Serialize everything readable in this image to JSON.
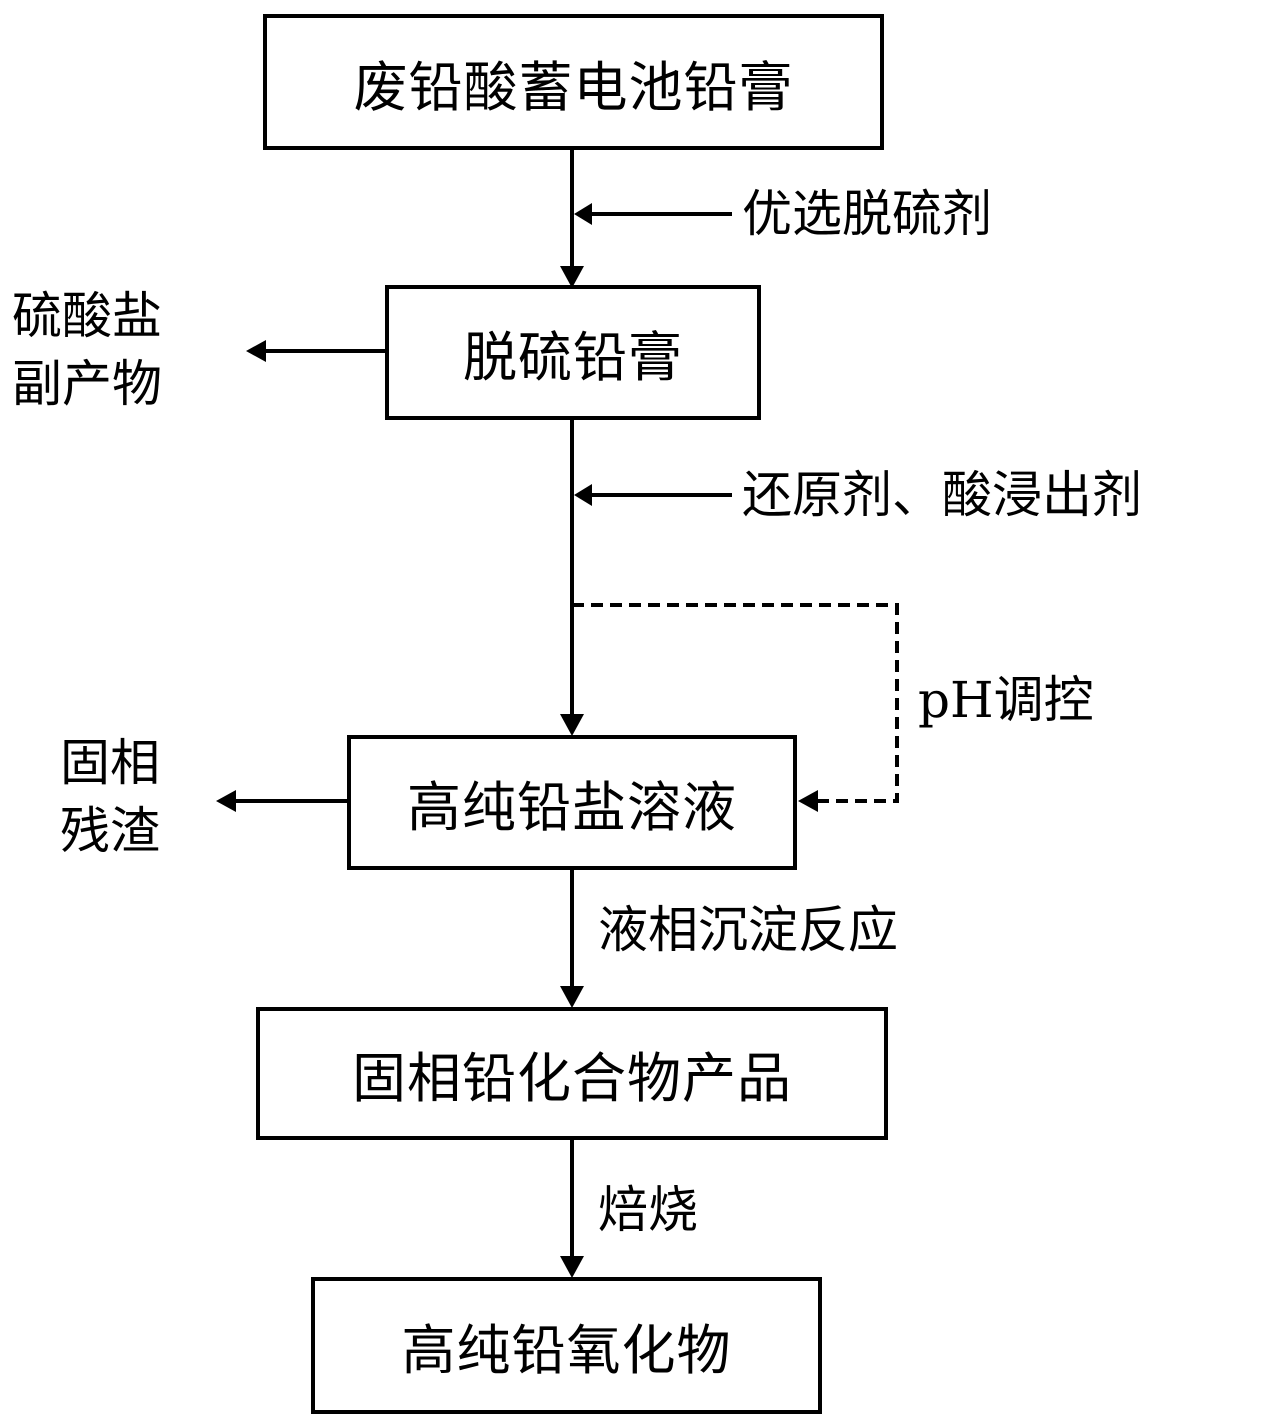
{
  "boxes": {
    "raw_paste": "废铅酸蓄电池铅膏",
    "desulfurized_paste": "脱硫铅膏",
    "lead_salt_solution": "高纯铅盐溶液",
    "lead_compound_product": "固相铅化合物产品",
    "lead_oxide": "高纯铅氧化物"
  },
  "inputs": {
    "desulfurizer": "优选脱硫剂",
    "reductant_leach": "还原剂、酸浸出剂",
    "ph_control": "pH调控"
  },
  "steps": {
    "precipitation": "液相沉淀反应",
    "roasting": "焙烧"
  },
  "byproducts": {
    "sulfate_line1": "硫酸盐",
    "sulfate_line2": "副产物",
    "residue_line1": "固相",
    "residue_line2": "残渣"
  }
}
